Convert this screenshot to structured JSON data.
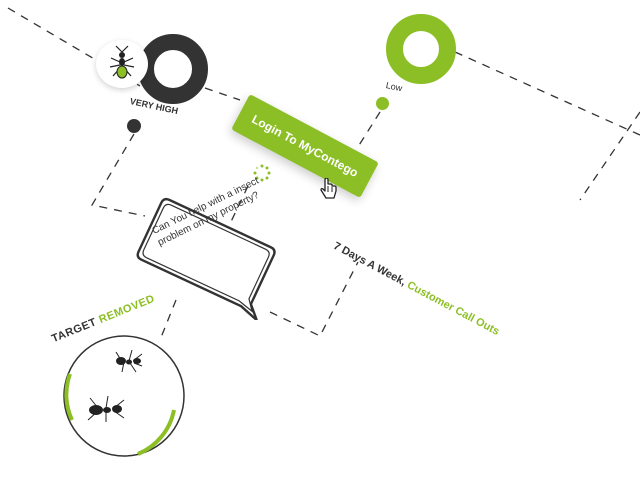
{
  "levels": {
    "very_high": "VERY HIGH",
    "low": "Low"
  },
  "login_button": {
    "label": "Login To MyContego"
  },
  "chat_bubble": {
    "text": "Can You help with a insect problem on my property?"
  },
  "callout": {
    "prefix": "7 Days A Week,",
    "highlight": "Customer Call Outs"
  },
  "target": {
    "word1": "TARGET",
    "word2": "REMOVED"
  },
  "colors": {
    "accent": "#8cbf26",
    "dark": "#333333"
  },
  "icons": {
    "badge": "ant-icon",
    "cursor": "hand-pointer-icon",
    "loader": "loading-spinner-icon"
  }
}
